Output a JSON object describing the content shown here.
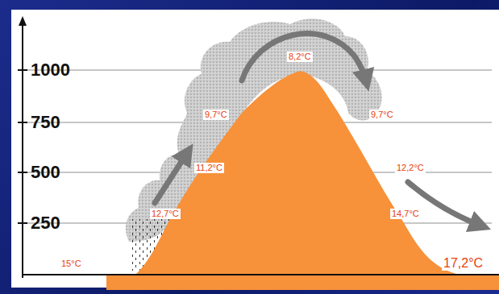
{
  "diagram": {
    "labels": [
      "1000",
      "750",
      "500",
      "250",
      "15°C",
      "12,7°C",
      "11,2°C",
      "9,7°C",
      "8,2°C",
      "9,7°C",
      "12,2°C",
      "14,7°C",
      "17,2°C"
    ]
  }
}
